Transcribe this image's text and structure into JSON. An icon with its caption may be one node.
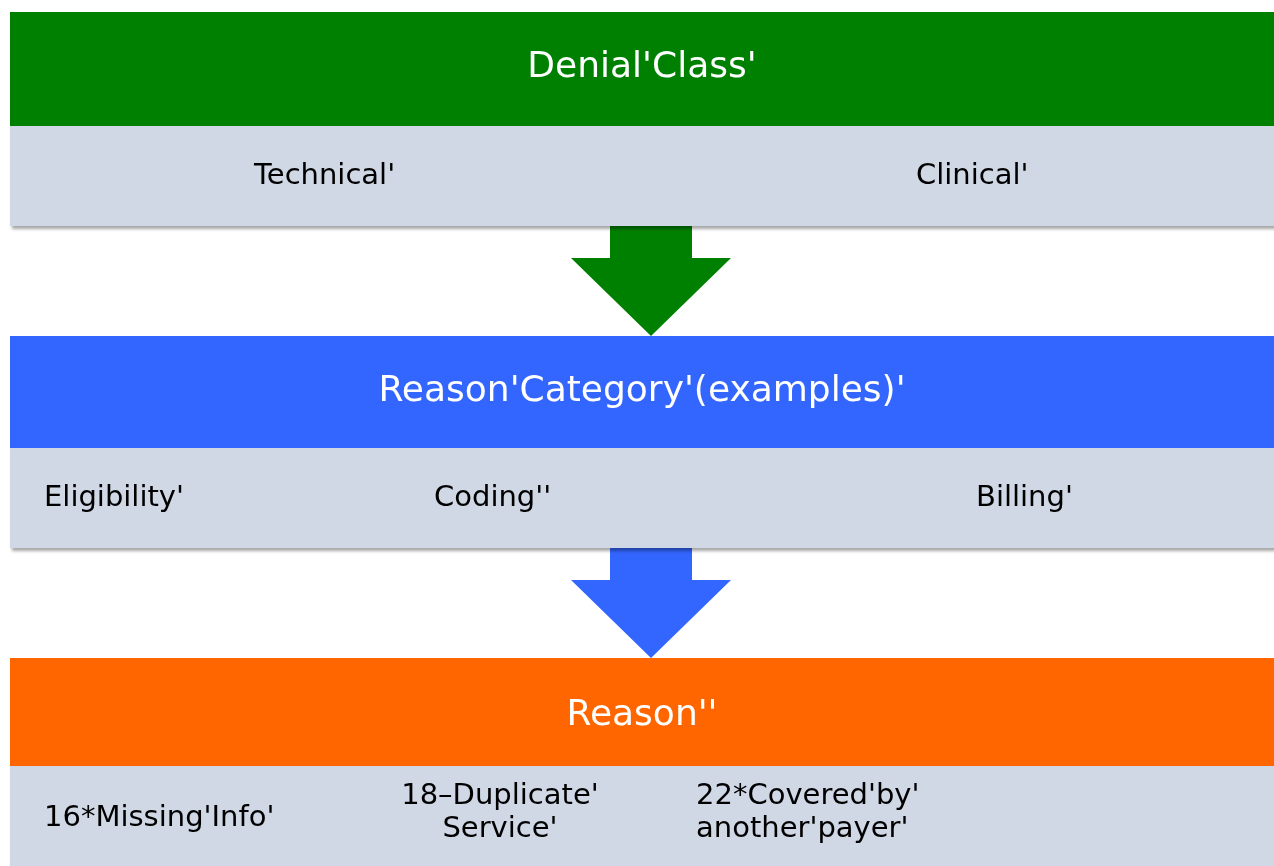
{
  "diagram": {
    "nodes": [
      {
        "text": [
          "Denial'Class'"
        ]
      },
      {
        "text": [
          "Technical'",
          "Clinical'"
        ]
      },
      {
        "text": [
          "Reason'Category'(examples)'"
        ]
      },
      {
        "text": [
          "Eligibility'",
          "Coding''",
          "Billing'"
        ]
      },
      {
        "text": [
          "Reason''"
        ]
      },
      {
        "text": [
          "16*Missing'Info'",
          "18–Duplicate' Service'",
          "22*Covered'by' another'payer'"
        ]
      }
    ],
    "edges": [
      {
        "from": 1,
        "to": 2,
        "arrow": "to",
        "style": "thick",
        "color": "#008000"
      },
      {
        "from": 3,
        "to": 4,
        "arrow": "to",
        "style": "thick",
        "color": "#3366ff"
      }
    ]
  }
}
